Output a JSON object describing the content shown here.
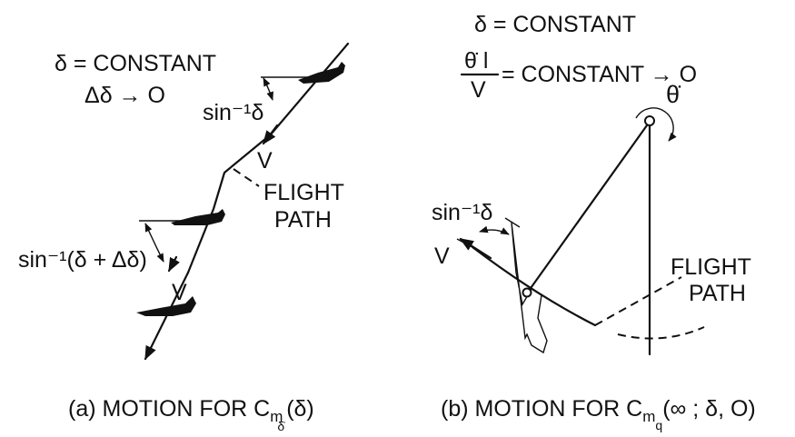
{
  "panel_a": {
    "delta_constant": "δ = CONSTANT",
    "delta_change": "Δδ → O",
    "angle_upper": "sin⁻¹δ",
    "velocity_upper": "V",
    "flight_path": [
      "FLIGHT",
      "PATH"
    ],
    "angle_lower": "sin⁻¹(δ + Δδ)",
    "velocity_lower": "V",
    "caption": {
      "prefix": "(a) MOTION FOR ",
      "coef": "C",
      "coef_sub": "m",
      "coef_subsub": "δ̇",
      "args": "(δ)"
    }
  },
  "panel_b": {
    "delta_constant": "δ = CONSTANT",
    "rate_numerator": "θ̇ l",
    "rate_denominator": "V",
    "rate_rhs": "= CONSTANT → O",
    "theta_dot": "θ̇",
    "angle": "sin⁻¹δ",
    "velocity": "V",
    "flight_path": [
      "FLIGHT",
      "PATH"
    ],
    "caption": {
      "prefix": "(b) MOTION FOR ",
      "coef": "C",
      "coef_sub": "m",
      "coef_subsub": "q",
      "args": "(∞ ; δ, O)"
    }
  }
}
